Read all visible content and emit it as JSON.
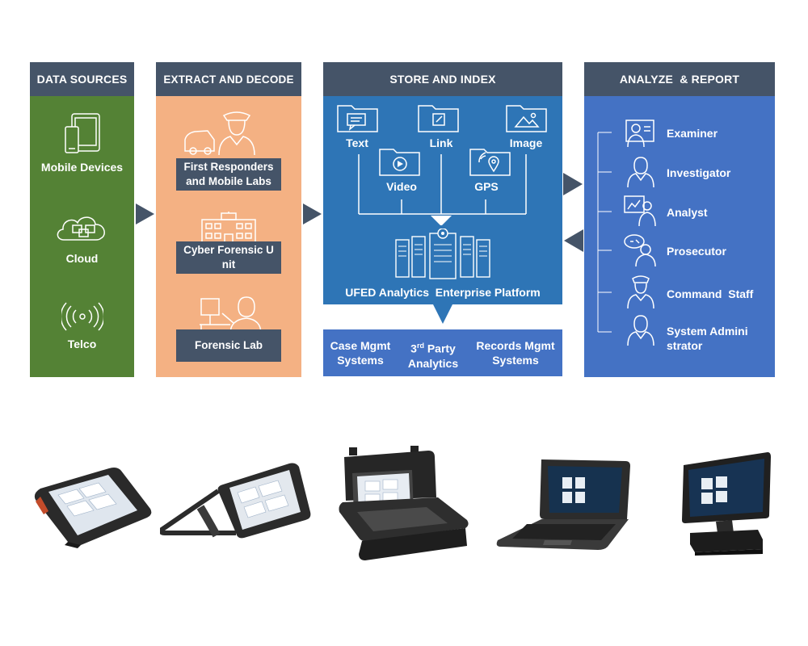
{
  "columns": {
    "sources": {
      "header": "DATA SOURCES",
      "items": [
        "Mobile Devices",
        "Cloud",
        "Telco"
      ]
    },
    "extract": {
      "header": "EXTRACT AND DECODE",
      "items": [
        "First Responders and Mobile Labs",
        "Cyber Forensic U nit",
        "Forensic Lab"
      ]
    },
    "store": {
      "header": "STORE AND INDEX",
      "file_types": [
        "Text",
        "Link",
        "Image",
        "Video",
        "GPS"
      ],
      "platform": "UFED Analytics  Enterprise Platform",
      "integrations": [
        {
          "line1": "Case Mgmt",
          "line2": "Systems"
        },
        {
          "line1": "3",
          "sup": "rd",
          "line1b": " Party",
          "line2": "Analytics"
        },
        {
          "line1": "Records Mgmt",
          "line2": "Systems"
        }
      ]
    },
    "analyze": {
      "header": "ANALYZE  & REPORT",
      "roles": [
        "Examiner",
        "Investigator",
        "Analyst",
        "Prosecutor",
        "Command  Staff",
        "System Admini strator"
      ]
    }
  },
  "colors": {
    "header": "#455468",
    "sources": "#548235",
    "extract": "#F4B183",
    "store": "#2E75B6",
    "analyze": "#4472C4",
    "integrations": "#4472C4",
    "arrow": "#455468"
  },
  "devices": [
    "rugged-tablet-icon",
    "tablet-with-kickstand-icon",
    "field-laptop-case-icon",
    "rugged-laptop-icon",
    "all-in-one-workstation-icon"
  ]
}
